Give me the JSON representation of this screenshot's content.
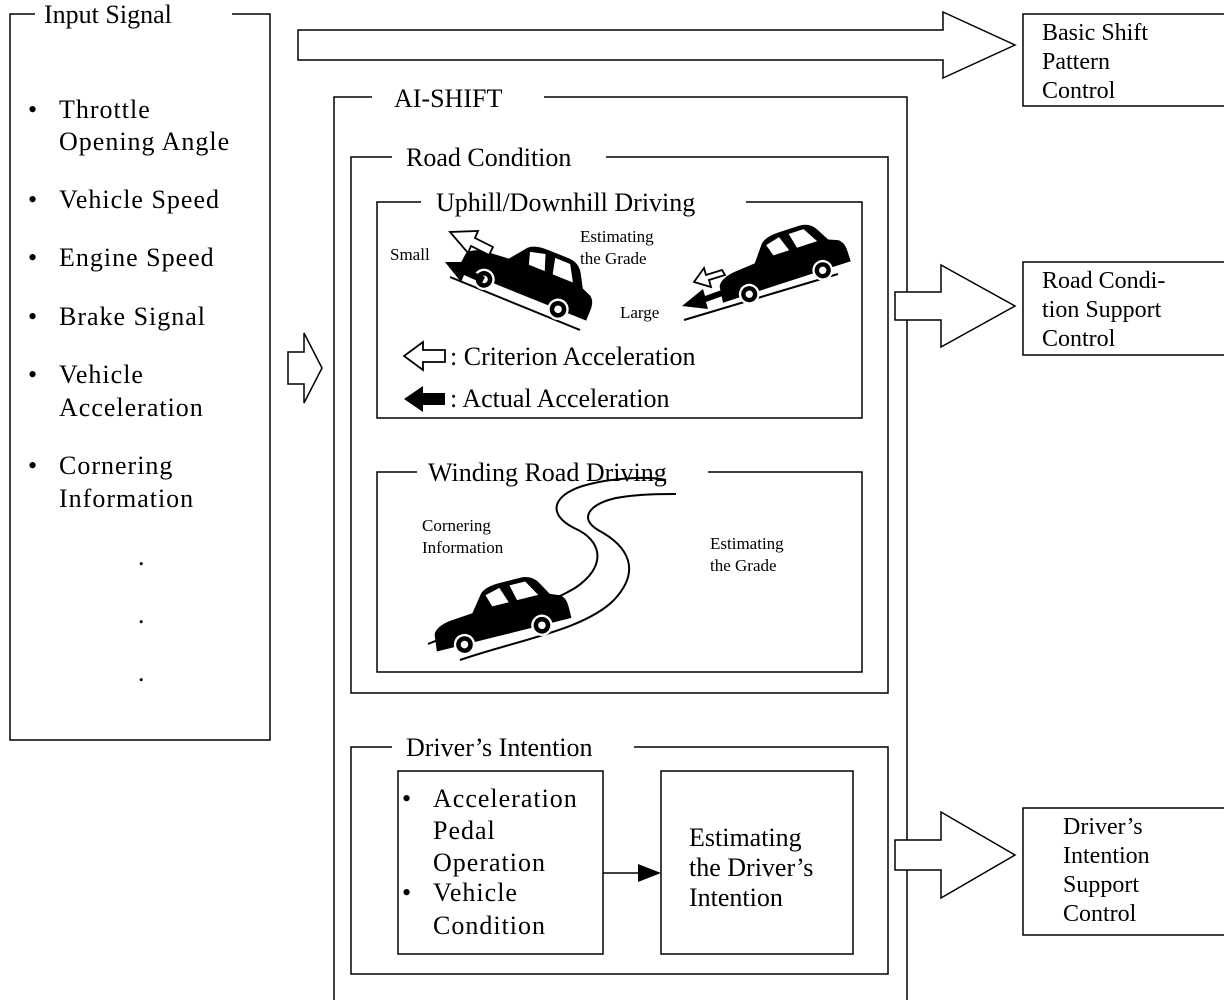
{
  "input_signal": {
    "title": "Input Signal",
    "items": [
      [
        "Throttle",
        "Opening Angle"
      ],
      [
        "Vehicle Speed"
      ],
      [
        "Engine Speed"
      ],
      [
        "Brake Signal"
      ],
      [
        "Vehicle",
        "Acceleration"
      ],
      [
        "Cornering",
        "Information"
      ]
    ],
    "ellipsis": "."
  },
  "bullet": "•",
  "ai_shift": {
    "title": "AI-SHIFT",
    "road_condition": {
      "title": "Road Condition",
      "uphill": {
        "title": "Uphill/Downhill Driving",
        "small": "Small",
        "large": "Large",
        "estimating": [
          "Estimating",
          "the Grade"
        ],
        "criterion": ":  Criterion Acceleration",
        "actual": ":  Actual Acceleration"
      },
      "winding": {
        "title": "Winding Road Driving",
        "cornering": [
          "Cornering",
          "Information"
        ],
        "estimating": [
          "Estimating",
          "the Grade"
        ]
      }
    },
    "driver_intention": {
      "title": "Driver’s Intention",
      "inputs": [
        [
          "Acceleration",
          "Pedal",
          "Operation"
        ],
        [
          "Vehicle",
          "Condition"
        ]
      ],
      "estimate": [
        "Estimating",
        "the Driver’s",
        "Intention"
      ]
    }
  },
  "outputs": {
    "basic": [
      "Basic Shift",
      "Pattern",
      "Control"
    ],
    "road": [
      "Road Condi-",
      "tion Support",
      "Control"
    ],
    "driver": [
      "Driver’s",
      "Intention",
      "Support",
      "Control"
    ]
  }
}
